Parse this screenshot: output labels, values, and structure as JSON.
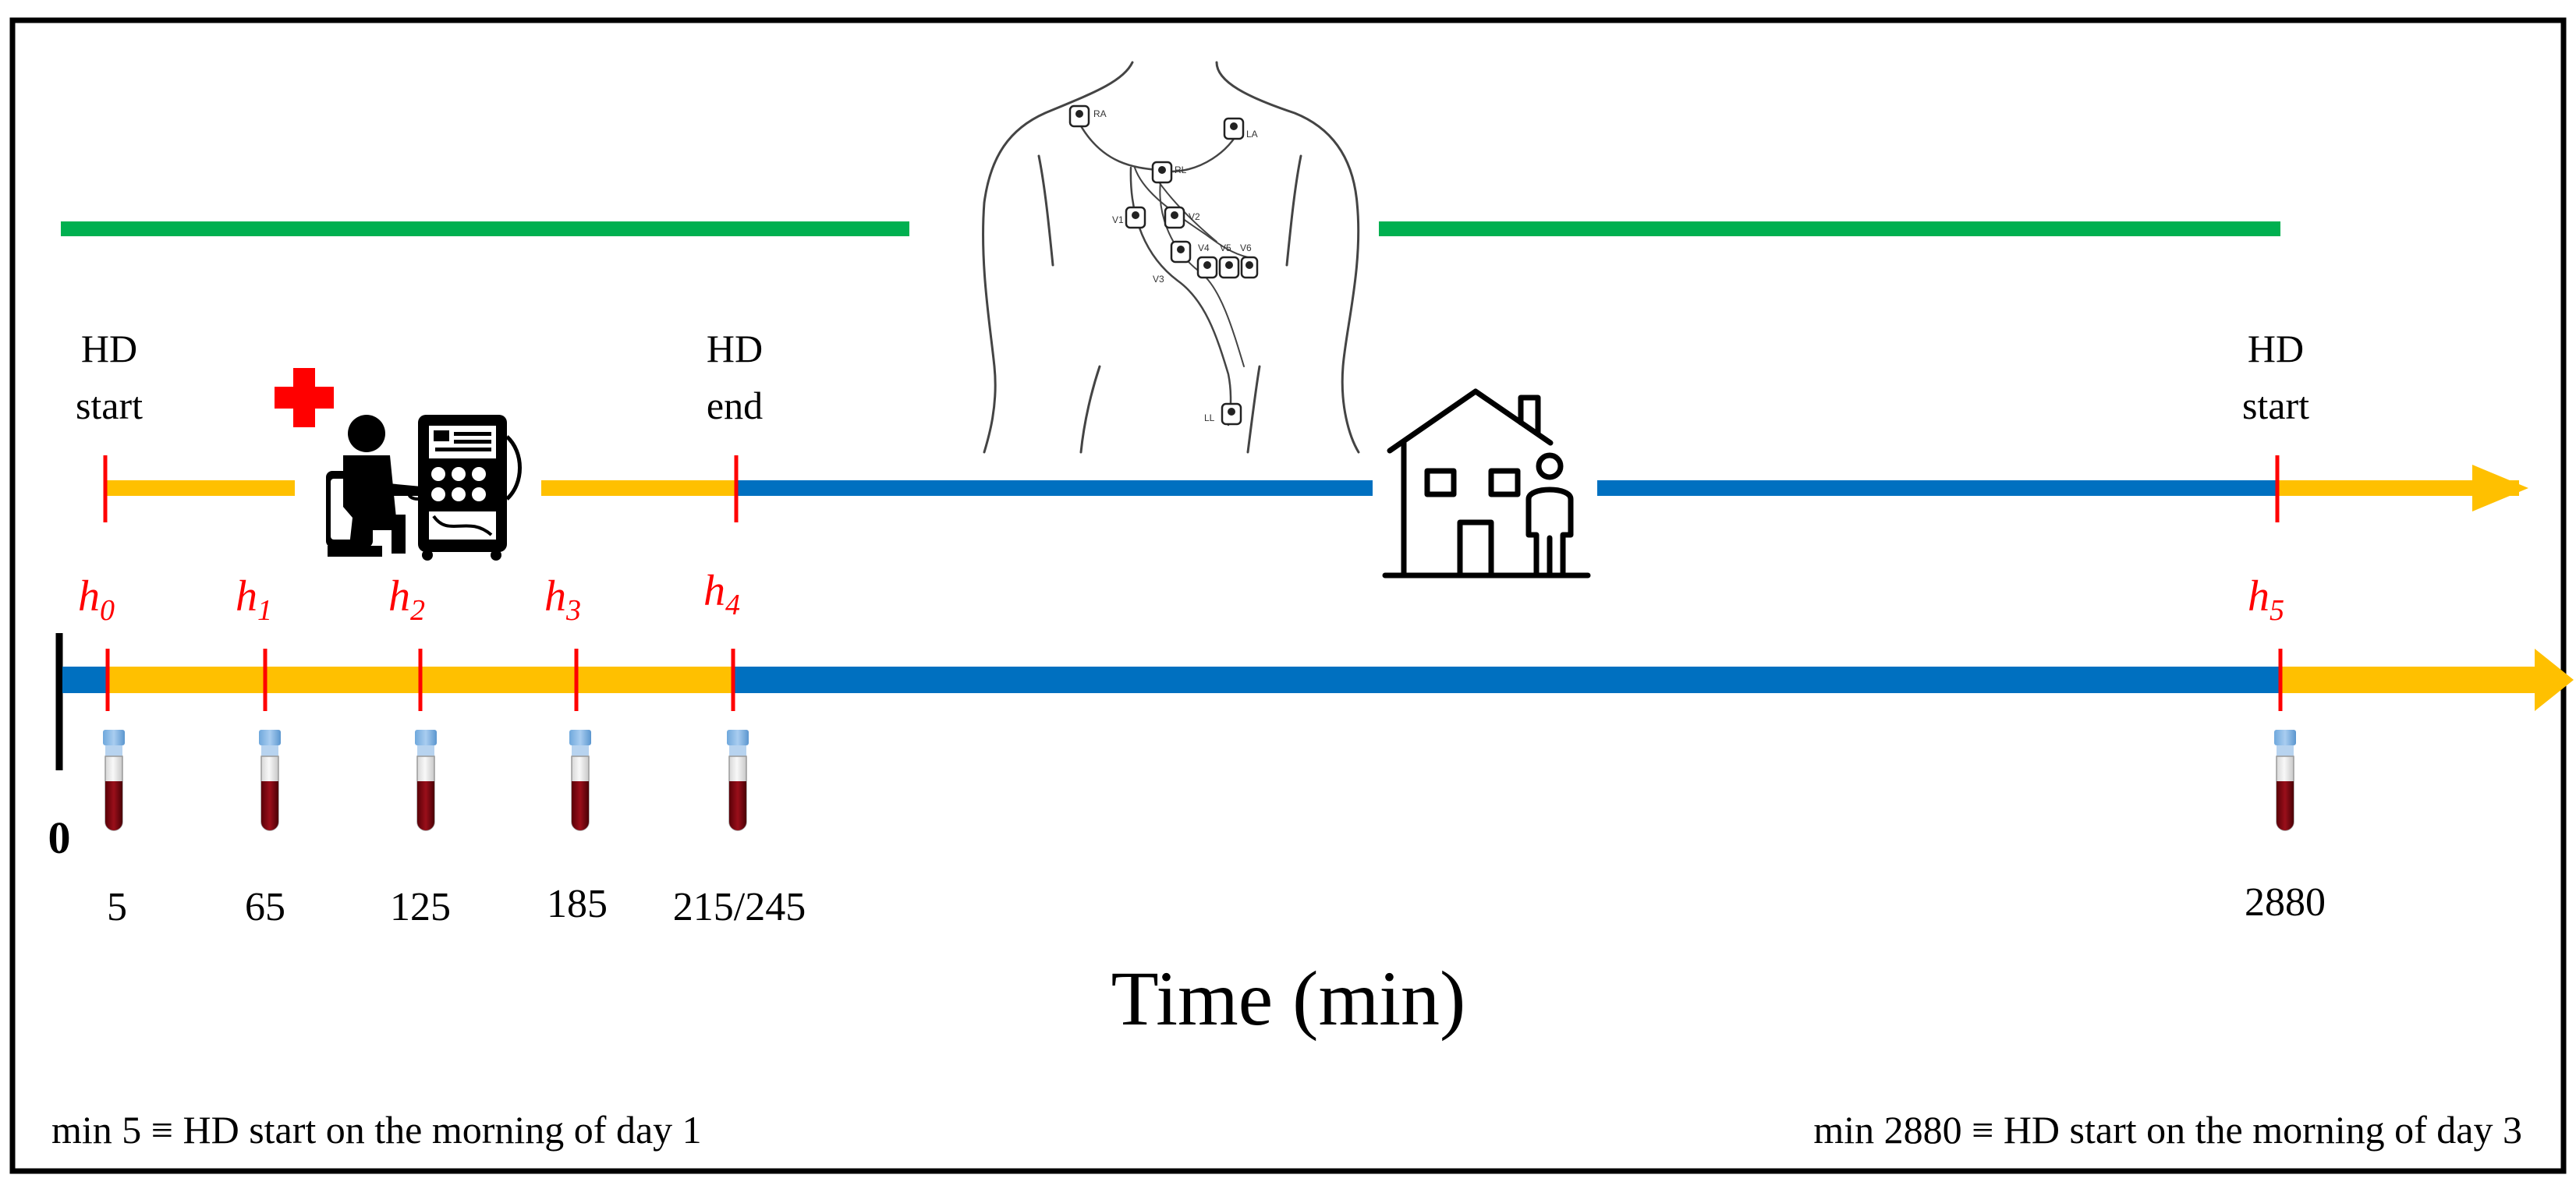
{
  "colors": {
    "hd_phase": "#FFC000",
    "interdialytic_phase": "#0070C0",
    "monitoring_bar": "#00B050",
    "marker": "#FF0000",
    "frame": "#000000"
  },
  "monitoring_bars": [
    "ecg-monitoring-bar-1",
    "ecg-monitoring-bar-2"
  ],
  "top_labels": [
    {
      "line1": "HD",
      "line2": "start"
    },
    {
      "line1": "HD",
      "line2": "end"
    },
    {
      "line1": "HD",
      "line2": "start"
    }
  ],
  "hour_labels": [
    {
      "base": "h",
      "sub": "0"
    },
    {
      "base": "h",
      "sub": "1"
    },
    {
      "base": "h",
      "sub": "2"
    },
    {
      "base": "h",
      "sub": "3"
    },
    {
      "base": "h",
      "sub": "4"
    },
    {
      "base": "h",
      "sub": "5"
    }
  ],
  "origin_label": "0",
  "time_values": [
    "5",
    "65",
    "125",
    "185",
    "215/245",
    "2880"
  ],
  "axis_label": "Time (min)",
  "footnote_left": "min 5 ≡ HD start on the morning of day 1",
  "footnote_right": "min 2880 ≡ HD start on the morning of day 3",
  "ecg_electrodes": [
    "RA",
    "LA",
    "RL",
    "V1",
    "V2",
    "V3",
    "V4",
    "V5",
    "V6",
    "LL"
  ],
  "icons": {
    "dialysis": "hemodialysis-patient-icon",
    "medical_cross": "red-cross-icon",
    "home": "home-with-person-icon",
    "ecg": "chest-ecg-electrodes-icon",
    "blood_tube": "blood-sample-tube-icon"
  }
}
